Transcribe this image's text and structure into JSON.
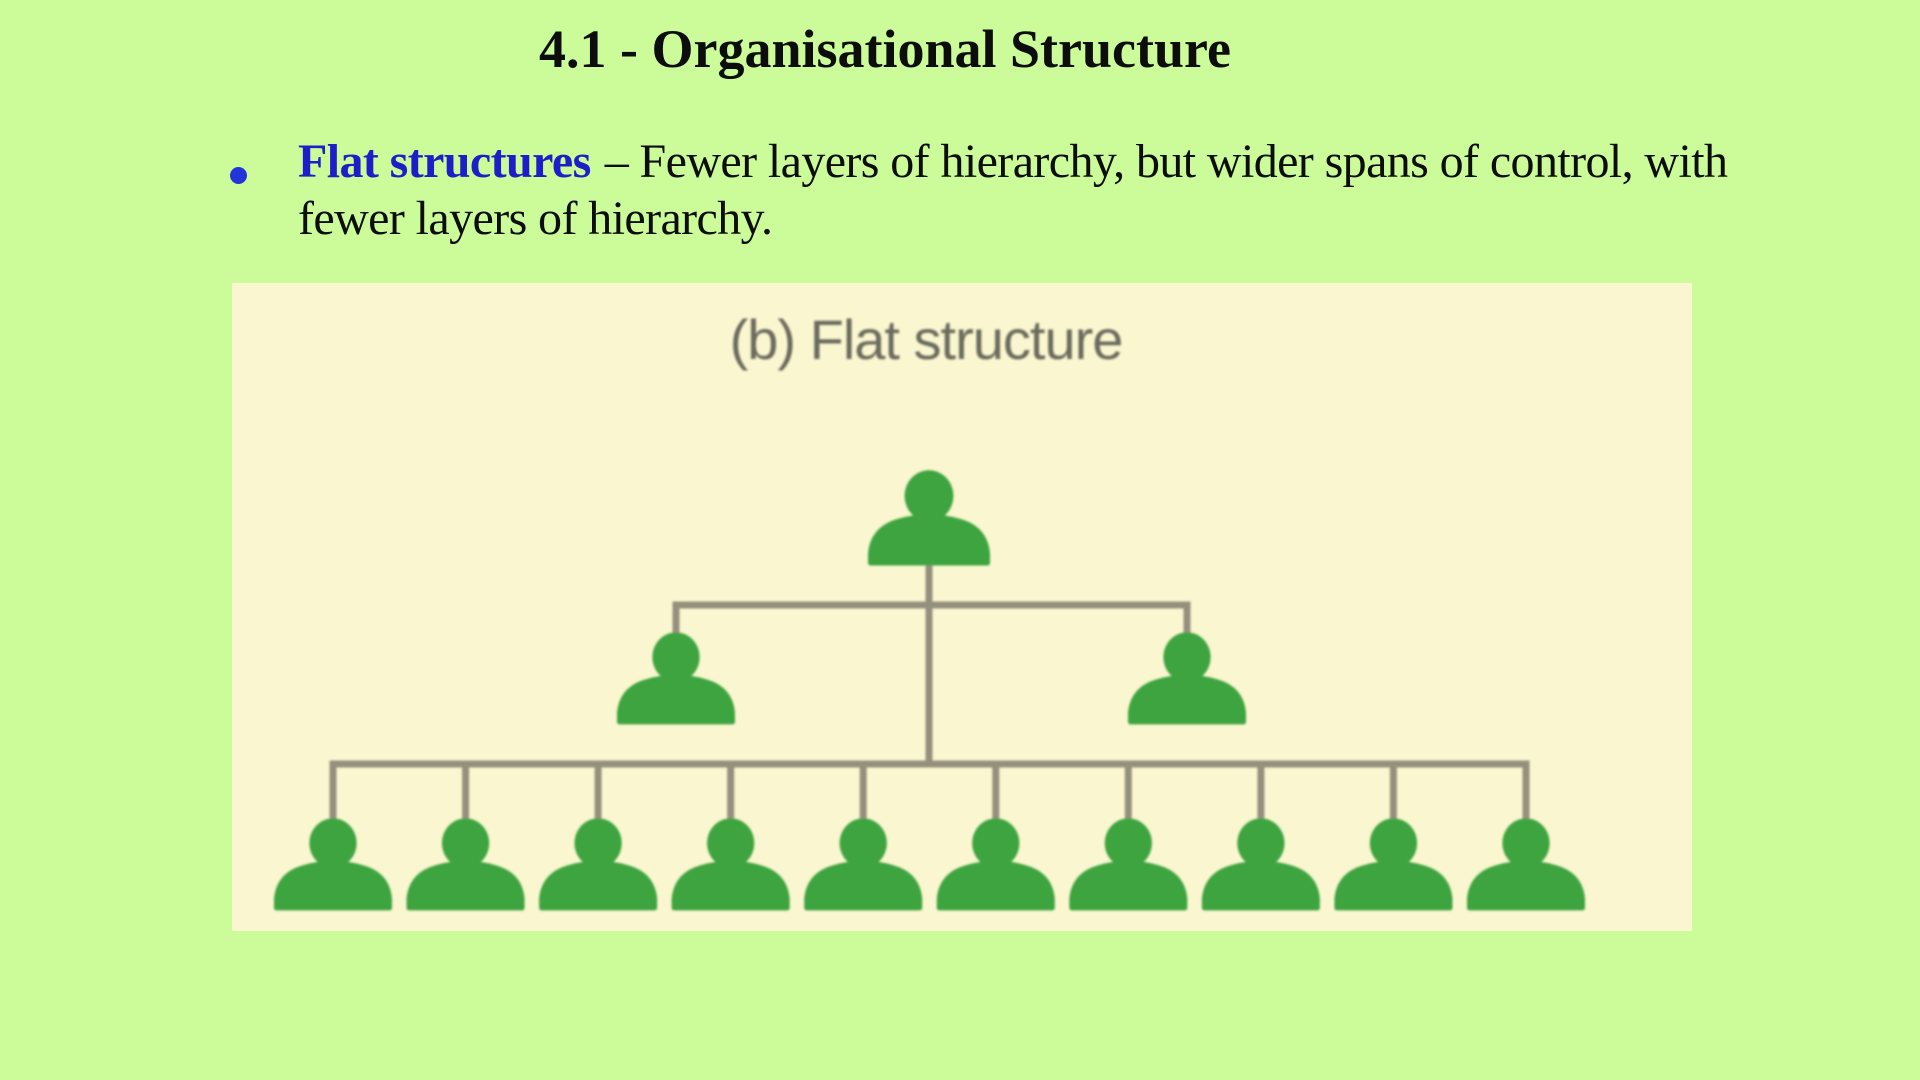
{
  "title": "4.1 - Organisational Structure",
  "bullet": {
    "term": "Flat structures",
    "rest": "– Fewer layers of hierarchy, but wider spans of control, with",
    "line2": "fewer layers of hierarchy."
  },
  "diagram": {
    "caption": "(b) Flat structure",
    "structure": {
      "type": "org-hierarchy",
      "levels": [
        {
          "name": "top",
          "count": 1
        },
        {
          "name": "middle",
          "count": 2
        },
        {
          "name": "bottom",
          "count": 10
        }
      ]
    },
    "colors": {
      "panel_bg": "#faf6cf",
      "person": "#3ca440",
      "connector": "#94907e",
      "caption_text": "#6b6b5e"
    }
  },
  "colors": {
    "page_bg": "#cbfc99",
    "term_blue": "#1e1ec9",
    "bullet_dot": "#2334d8",
    "body_text": "#0d0d0d"
  }
}
